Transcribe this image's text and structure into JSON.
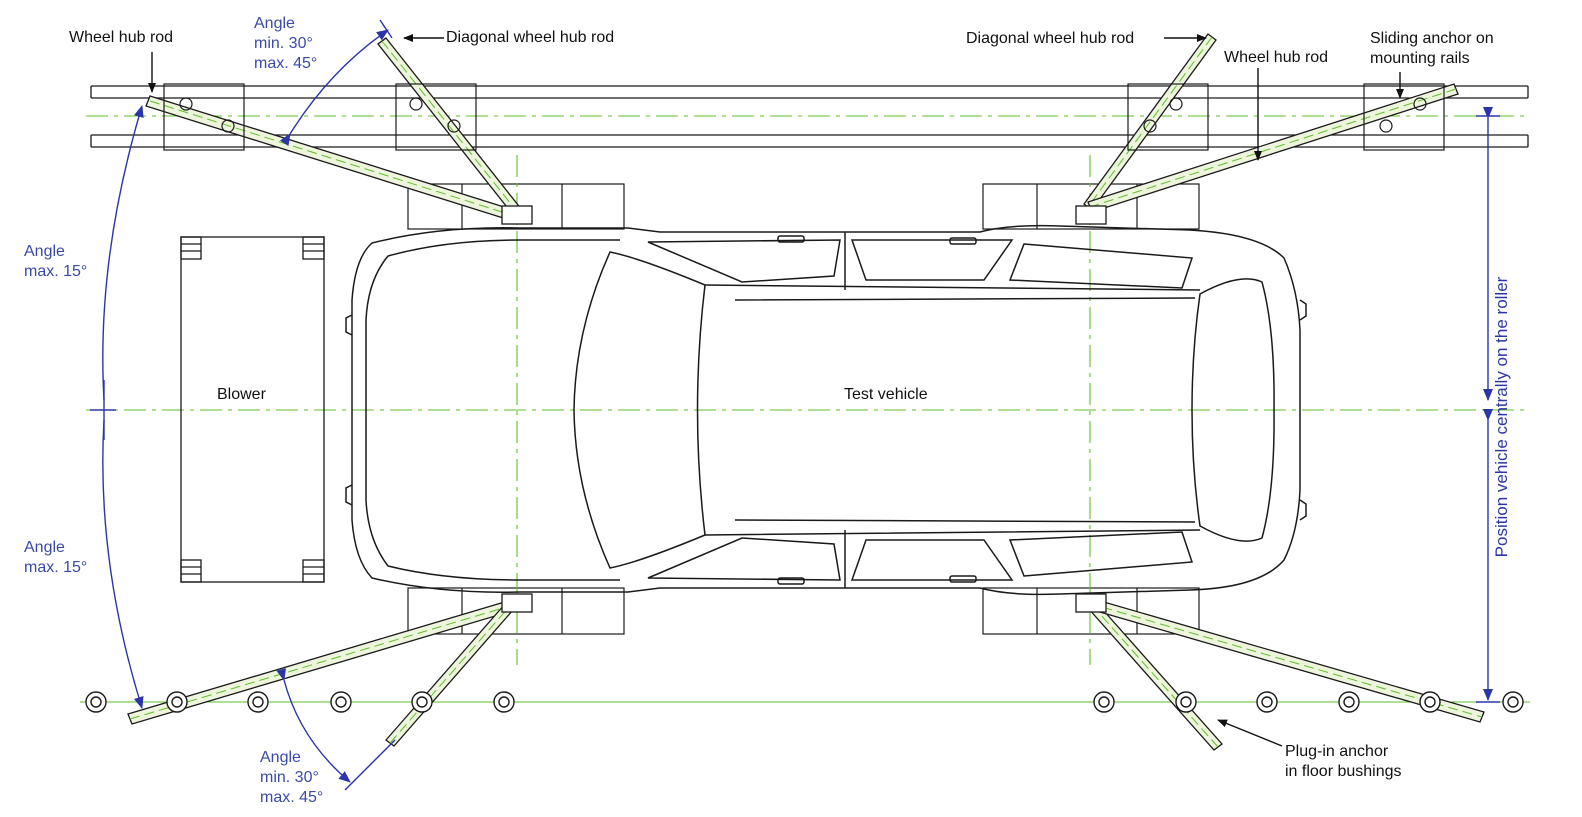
{
  "labels": {
    "wheel_hub_rod_left": "Wheel hub rod",
    "angle_top_left": [
      "Angle",
      "min. 30°",
      "max. 45°"
    ],
    "diagonal_rod_left": "Diagonal wheel hub rod",
    "diagonal_rod_right": "Diagonal wheel hub rod",
    "wheel_hub_rod_right": "Wheel hub rod",
    "sliding_anchor": [
      "Sliding anchor on",
      "mounting rails"
    ],
    "angle_left_upper": [
      "Angle",
      "max. 15°"
    ],
    "angle_left_lower": [
      "Angle",
      "max. 15°"
    ],
    "blower": "Blower",
    "test_vehicle": "Test vehicle",
    "position_vehicle": "Position vehicle centrally on the roller",
    "angle_bottom_left": [
      "Angle",
      "min. 30°",
      "max. 45°"
    ],
    "plugin_anchor": [
      "Plug-in anchor",
      "in floor bushings"
    ]
  },
  "colors": {
    "line": "#1a1a1a",
    "centerline": "#5fbf2a",
    "annotation": "#2b35a8",
    "rod_fill": "#eef5dd"
  }
}
